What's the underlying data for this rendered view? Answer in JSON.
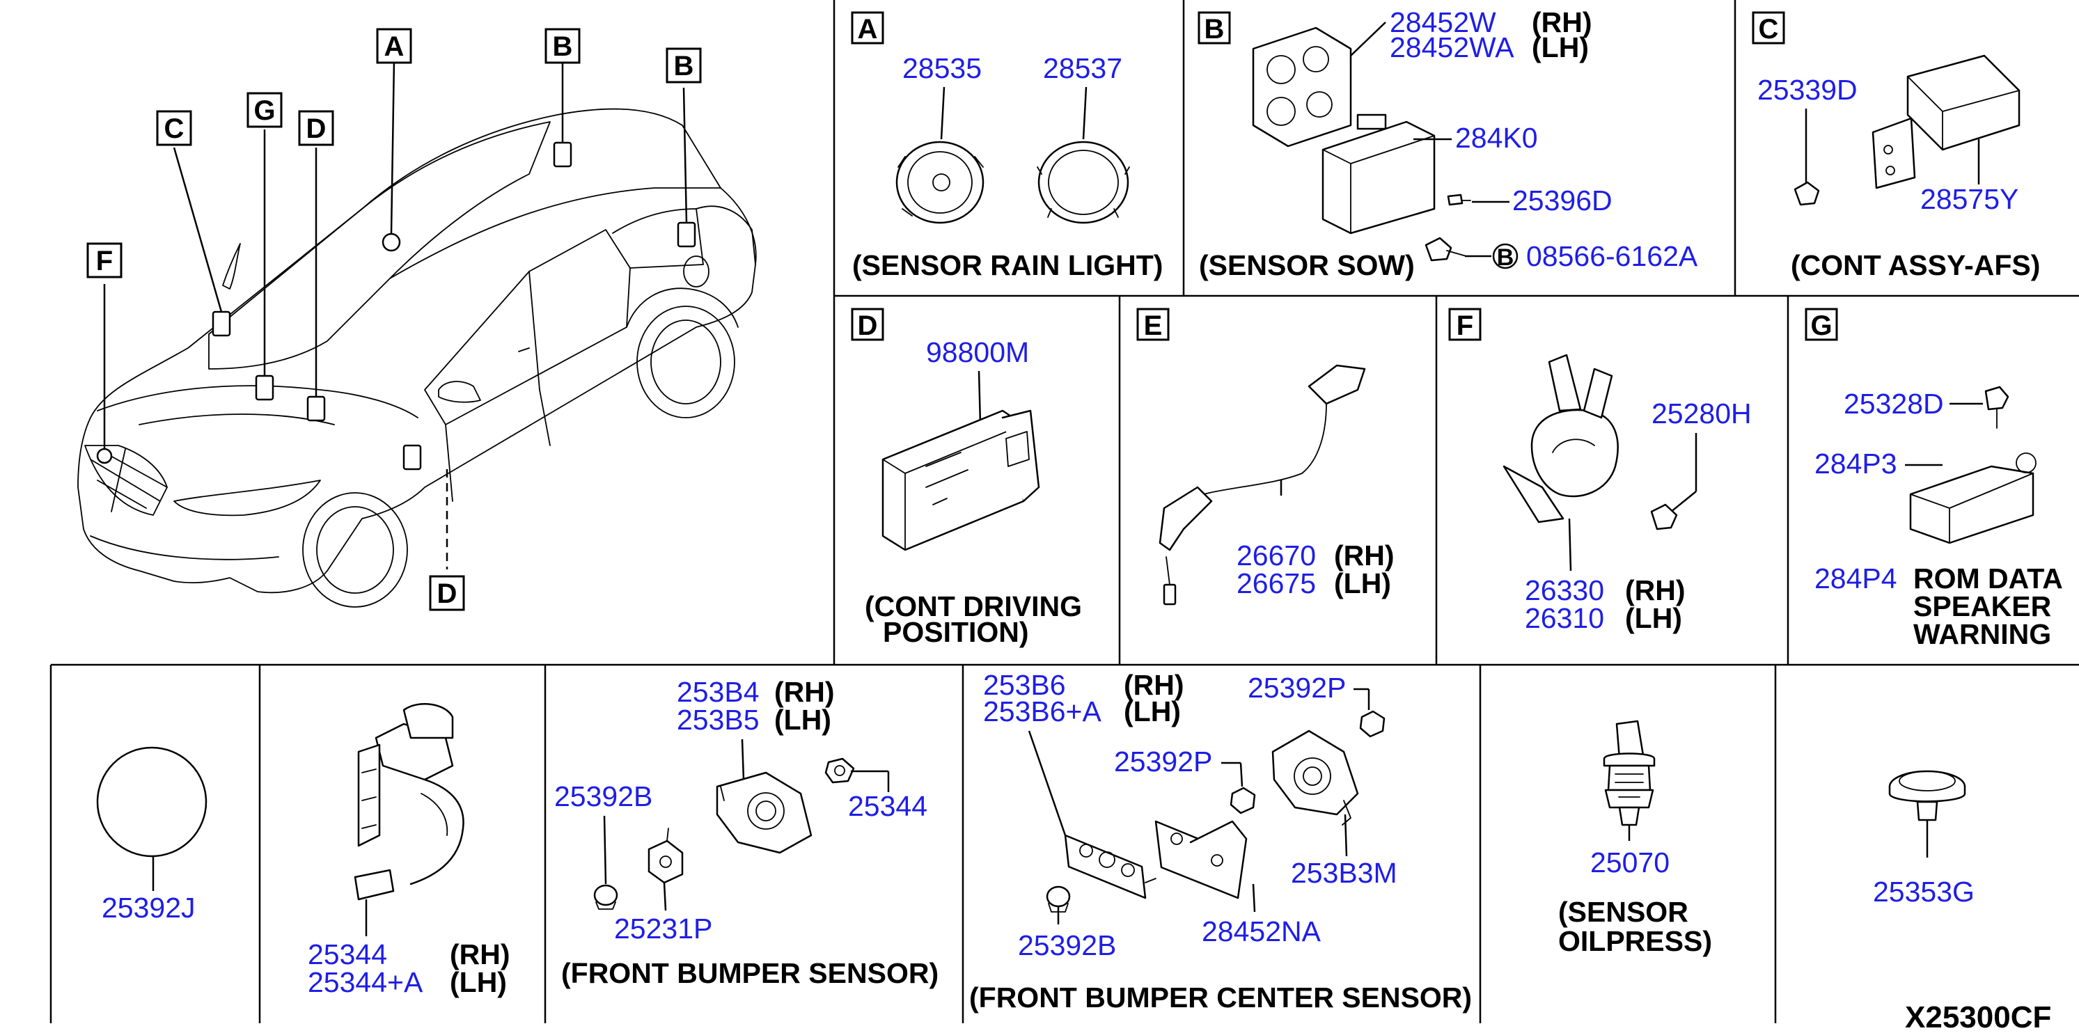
{
  "diagram_code": "X25300CF",
  "overview_markers": [
    "A",
    "B",
    "B",
    "C",
    "G",
    "D",
    "F",
    "D"
  ],
  "sections": {
    "A": {
      "letter": "A",
      "parts": [
        "28535",
        "28537"
      ],
      "caption": "(SENSOR RAIN LIGHT)"
    },
    "B": {
      "letter": "B",
      "parts": [
        "28452W",
        "28452WA",
        "284K0",
        "25396D",
        "08566-6162A"
      ],
      "sides": [
        "(RH)",
        "(LH)"
      ],
      "ref_marker": "B",
      "caption": "(SENSOR SOW)"
    },
    "C": {
      "letter": "C",
      "parts": [
        "25339D",
        "28575Y"
      ],
      "caption": "(CONT ASSY-AFS)"
    },
    "D": {
      "letter": "D",
      "parts": [
        "98800M"
      ],
      "caption_lines": [
        "(CONT DRIVING",
        "POSITION)"
      ]
    },
    "E": {
      "letter": "E",
      "parts": [
        "26670",
        "26675"
      ],
      "sides": [
        "(RH)",
        "(LH)"
      ]
    },
    "F": {
      "letter": "F",
      "parts": [
        "25280H",
        "26330",
        "26310"
      ],
      "sides": [
        "(RH)",
        "(LH)"
      ]
    },
    "G": {
      "letter": "G",
      "parts": [
        "25328D",
        "284P3",
        "284P4"
      ],
      "caption_lines": [
        "ROM DATA",
        "SPEAKER",
        "WARNING"
      ]
    }
  },
  "bottom": {
    "p1": {
      "parts": [
        "25392J"
      ]
    },
    "p2": {
      "parts": [
        "25344",
        "25344+A"
      ],
      "sides": [
        "(RH)",
        "(LH)"
      ]
    },
    "p3": {
      "parts": [
        "253B4",
        "253B5",
        "25392B",
        "25344",
        "25231P"
      ],
      "sides": [
        "(RH)",
        "(LH)"
      ],
      "caption": "(FRONT BUMPER SENSOR)"
    },
    "p4": {
      "parts": [
        "253B6",
        "253B6+A",
        "25392P",
        "25392P",
        "253B3M",
        "25392B",
        "28452NA"
      ],
      "sides": [
        "(RH)",
        "(LH)"
      ],
      "caption": "(FRONT BUMPER CENTER SENSOR)"
    },
    "p5": {
      "parts": [
        "25070"
      ],
      "caption_lines": [
        "(SENSOR",
        "OILPRESS)"
      ]
    },
    "p6": {
      "parts": [
        "25353G"
      ]
    }
  }
}
